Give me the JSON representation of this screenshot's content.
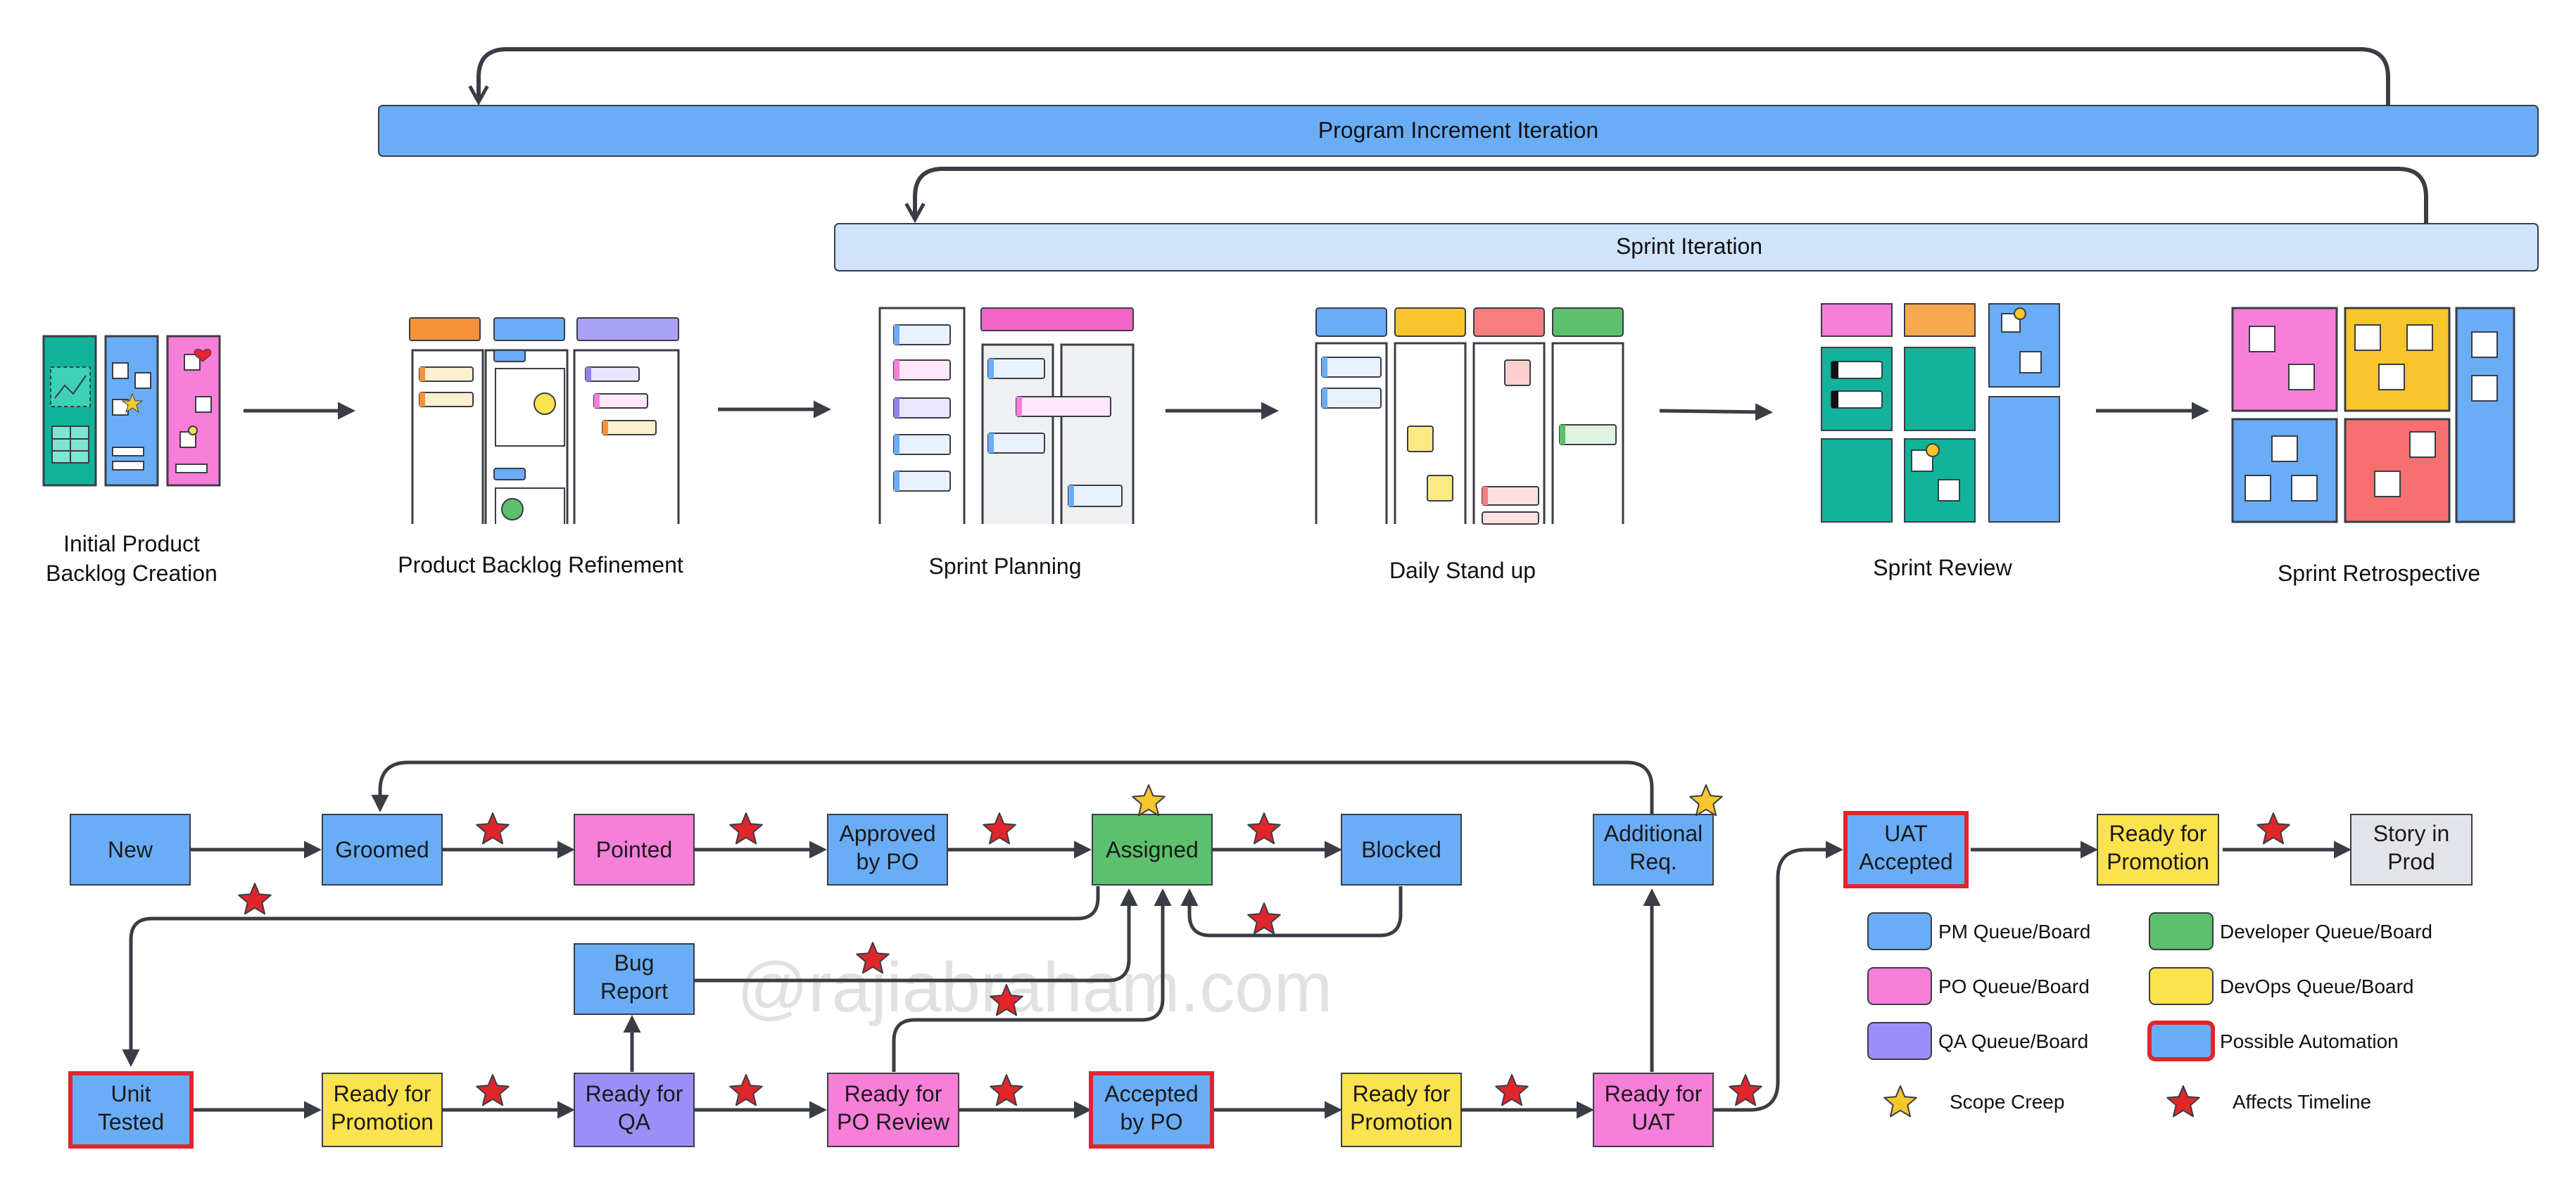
{
  "colors": {
    "pm": "#6aadf7",
    "po": "#f77fd9",
    "qa": "#9b8ff7",
    "dev": "#5cc06c",
    "devops": "#fbe24f",
    "gray": "#e2e4e9",
    "automation_border": "#e0262a",
    "star_red": "#e0262a",
    "star_yellow": "#f7c52c",
    "pi_bar": "#6aadf7",
    "sprint_bar": "#cfe3fb"
  },
  "iterations": {
    "program_increment": "Program Increment Iteration",
    "sprint": "Sprint Iteration"
  },
  "stages": [
    "Initial Product",
    "Backlog Creation",
    "Product Backlog Refinement",
    "Sprint Planning",
    "Daily Stand up",
    "Sprint Review",
    "Sprint Retrospective"
  ],
  "workflow": {
    "new": "New",
    "groomed": "Groomed",
    "pointed": "Pointed",
    "approved_1": "Approved",
    "approved_2": "by PO",
    "assigned": "Assigned",
    "blocked": "Blocked",
    "additional_1": "Additional",
    "additional_2": "Req.",
    "uat_accepted_1": "UAT",
    "uat_accepted_2": "Accepted",
    "rfp_top_1": "Ready for",
    "rfp_top_2": "Promotion",
    "story_prod_1": "Story in",
    "story_prod_2": "Prod",
    "bug_1": "Bug",
    "bug_2": "Report",
    "unit_1": "Unit",
    "unit_2": "Tested",
    "rfp_a_1": "Ready for",
    "rfp_a_2": "Promotion",
    "rfqa_1": "Ready for",
    "rfqa_2": "QA",
    "rfpo_1": "Ready for",
    "rfpo_2": "PO Review",
    "acc_po_1": "Accepted",
    "acc_po_2": "by PO",
    "rfp_b_1": "Ready for",
    "rfp_b_2": "Promotion",
    "rfuat_1": "Ready for",
    "rfuat_2": "UAT"
  },
  "legend": {
    "pm": "PM Queue/Board",
    "po": "PO Queue/Board",
    "qa": "QA Queue/Board",
    "dev": "Developer Queue/Board",
    "devops": "DevOps Queue/Board",
    "automation": "Possible Automation",
    "scope": "Scope Creep",
    "timeline": "Affects Timeline"
  },
  "watermark": "@rajiabraham.com"
}
